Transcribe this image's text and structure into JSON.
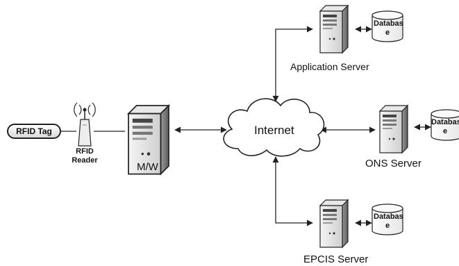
{
  "labels": {
    "rfid_tag": "RFID Tag",
    "rfid_reader_line1": "RFID",
    "rfid_reader_line2": "Reader",
    "middleware": "M/W",
    "internet": "Internet",
    "application_server": "Application Server",
    "ons_server": "ONS Server",
    "epcis_server": "EPCIS Server",
    "database_line1": "Databas",
    "database_line2": "e"
  },
  "colors": {
    "stroke": "#222222",
    "server_light": "#f2f2f2",
    "server_dark": "#8c8c8c"
  },
  "icons": [
    "antenna-icon",
    "server-icon",
    "cloud-icon",
    "database-icon"
  ]
}
